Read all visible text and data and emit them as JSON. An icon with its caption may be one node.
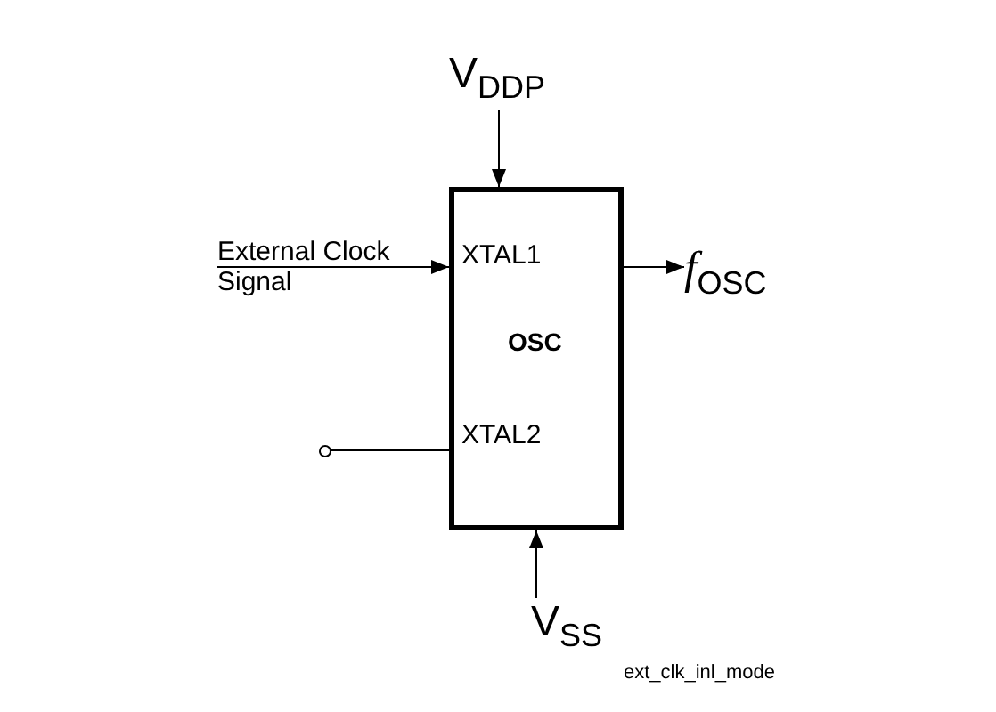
{
  "diagram": {
    "nodes": [
      {
        "text": [
          "XTAL1",
          "OSC",
          "XTAL2"
        ]
      },
      {
        "text": [
          "V$_{DDP}$"
        ]
      },
      {
        "text": [
          "External Clock Signal"
        ]
      },
      {
        "text": [
          "*f*$_{OSC}$"
        ]
      },
      {
        "text": [],
        "shape": "circle"
      },
      {
        "text": [
          "V$_{SS}$"
        ]
      }
    ],
    "edges": [
      {
        "from": 1,
        "to": 0,
        "arrow": "to"
      },
      {
        "from": 2,
        "to": 0,
        "arrow": "to"
      },
      {
        "from": 0,
        "to": 3,
        "arrow": "to"
      },
      {
        "from": 4,
        "to": 0,
        "arrow": "none"
      },
      {
        "from": 5,
        "to": 0,
        "arrow": "to"
      }
    ],
    "labels": [
      "ext_clk_inl_mode"
    ]
  }
}
